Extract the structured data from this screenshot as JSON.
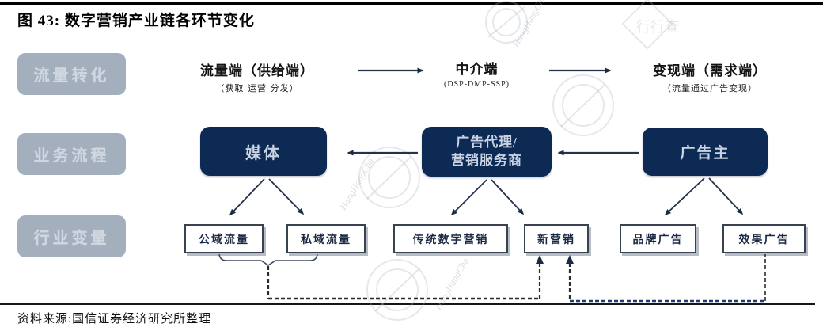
{
  "figure": {
    "title": "图 43:  数字营销产业链各环节变化",
    "source": "资料来源:国信证券经济研究所整理"
  },
  "row_labels": [
    {
      "label": "流量转化"
    },
    {
      "label": "业务流程"
    },
    {
      "label": "行业变量"
    }
  ],
  "stages": [
    {
      "title": "流量端（供给端）",
      "subtitle": "（获取-运营-分发）"
    },
    {
      "title": "中介端",
      "subtitle": "(DSP-DMP-SSP)"
    },
    {
      "title": "变现端（需求端）",
      "subtitle": "（流量通过广告变现）"
    }
  ],
  "process_nodes": [
    {
      "label": "媒体"
    },
    {
      "line1": "广告代理/",
      "line2": "营销服务商"
    },
    {
      "label": "广告主"
    }
  ],
  "variable_nodes": [
    {
      "label": "公域流量"
    },
    {
      "label": "私域流量"
    },
    {
      "label": "传统数字营销"
    },
    {
      "label": "新营销"
    },
    {
      "label": "品牌广告"
    },
    {
      "label": "效果广告"
    }
  ],
  "watermark": {
    "brand": "行行查",
    "latin": "HangHangCha"
  },
  "colors": {
    "node_dark": "#0d2a55",
    "label_gray": "#a4afbd",
    "arrow_dark": "#1b2a45",
    "dash_dark": "#2b2b2b",
    "dash_blue": "#1e3a74"
  }
}
